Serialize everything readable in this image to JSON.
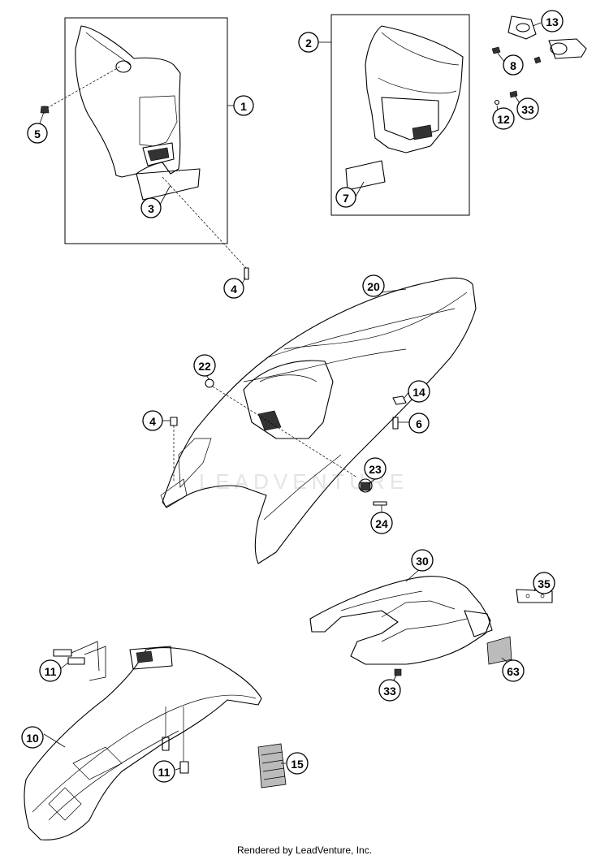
{
  "watermark": "LEADVENTURE",
  "footer": "Rendered by LeadVenture, Inc.",
  "callouts": {
    "c1": "1",
    "c2": "2",
    "c3": "3",
    "c4a": "4",
    "c4b": "4",
    "c5": "5",
    "c6": "6",
    "c7": "7",
    "c8": "8",
    "c10": "10",
    "c11a": "11",
    "c11b": "11",
    "c12": "12",
    "c13": "13",
    "c14": "14",
    "c15": "15",
    "c20": "20",
    "c22": "22",
    "c23": "23",
    "c24": "24",
    "c30": "30",
    "c33a": "33",
    "c33b": "33",
    "c35": "35",
    "c63": "63"
  }
}
